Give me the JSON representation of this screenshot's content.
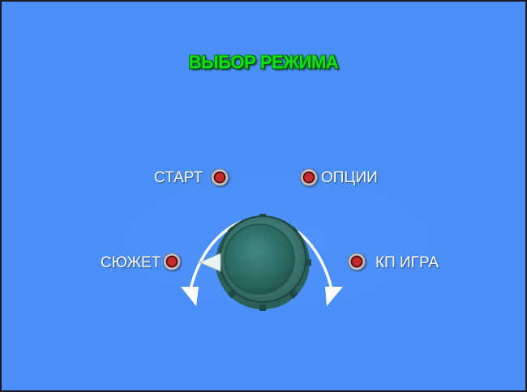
{
  "screen": {
    "title": "ВЫБОР РЕЖИМА",
    "background_color": "#4a8ff7",
    "title_color": "#0fe017"
  },
  "mode_selector": {
    "options": [
      {
        "label": "СТАРТ"
      },
      {
        "label": "ОПЦИИ"
      },
      {
        "label": "СЮЖЕТ"
      },
      {
        "label": "КП ИГРА"
      }
    ],
    "selected": "СЮЖЕТ",
    "knob_icon": "rotary-dial-icon",
    "arrow_icon": "curved-arrow-icon"
  }
}
